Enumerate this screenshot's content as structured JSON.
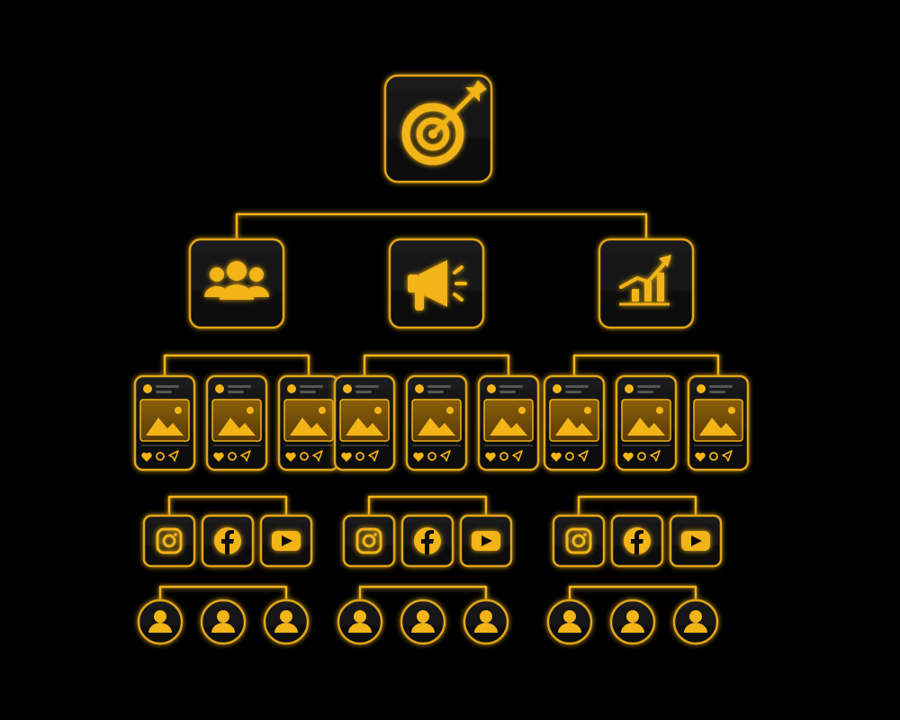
{
  "colors": {
    "background": "#000000",
    "accent": "#f2b417",
    "tile": "#141414",
    "tile_border": "#e0a514"
  },
  "root": {
    "icon": "target-arrow-icon"
  },
  "branches": [
    {
      "icon": "people-group-icon",
      "post_cards": 3,
      "post_card_icons": [
        "avatar-dot-icon",
        "image-icon",
        "heart-icon",
        "comment-icon",
        "send-icon"
      ],
      "platforms": [
        "instagram-icon",
        "facebook-icon",
        "youtube-icon"
      ],
      "audience": [
        "user-icon",
        "user-icon",
        "user-icon"
      ]
    },
    {
      "icon": "megaphone-icon",
      "post_cards": 3,
      "post_card_icons": [
        "avatar-dot-icon",
        "image-icon",
        "heart-icon",
        "comment-icon",
        "send-icon"
      ],
      "platforms": [
        "instagram-icon",
        "facebook-icon",
        "youtube-icon"
      ],
      "audience": [
        "user-icon",
        "user-icon",
        "user-icon"
      ]
    },
    {
      "icon": "growth-chart-icon",
      "post_cards": 3,
      "post_card_icons": [
        "avatar-dot-icon",
        "image-icon",
        "heart-icon",
        "comment-icon",
        "send-icon"
      ],
      "platforms": [
        "instagram-icon",
        "facebook-icon",
        "youtube-icon"
      ],
      "audience": [
        "user-icon",
        "user-icon",
        "user-icon"
      ]
    }
  ]
}
